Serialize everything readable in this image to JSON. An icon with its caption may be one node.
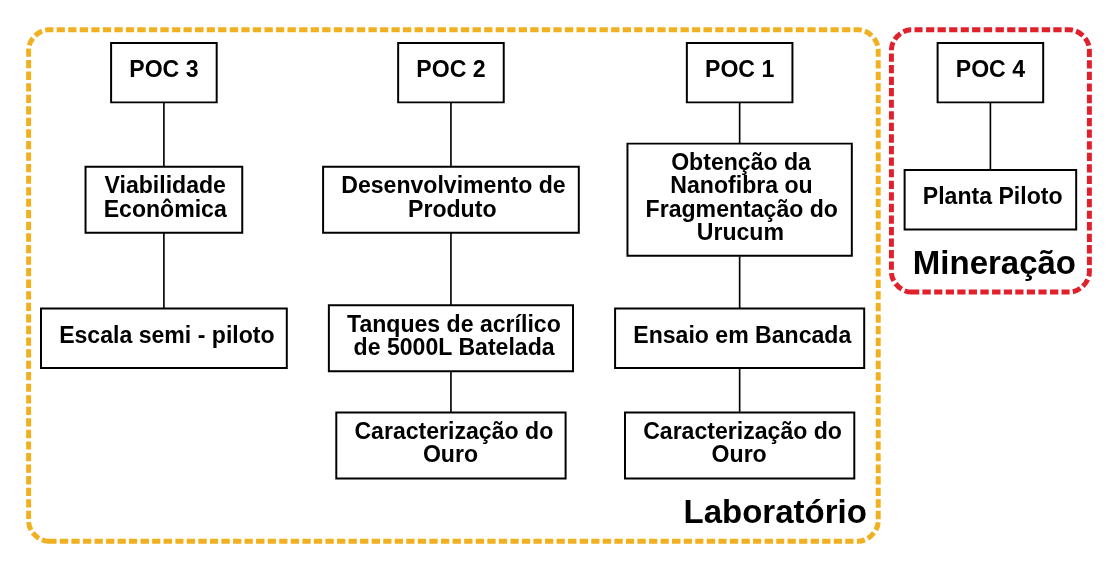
{
  "diagram": {
    "nodes": [
      {
        "text": [
          "Laboratório"
        ]
      },
      {
        "text": [
          "POC 1"
        ],
        "in": 0
      },
      {
        "text": [
          "Obtenção da Nanofibra ou Fragmentação do Urucum"
        ],
        "in": 0
      },
      {
        "text": [
          "Ensaio em Bancada"
        ],
        "in": 0
      },
      {
        "text": [
          "Caracterização do Ouro"
        ],
        "in": 0
      },
      {
        "text": [
          "POC 2"
        ],
        "in": 0
      },
      {
        "text": [
          "Desenvolvimento de Produto"
        ],
        "in": 0
      },
      {
        "text": [
          "Tanques de acrílico de 5000L Batelada"
        ],
        "in": 0
      },
      {
        "text": [
          "Caracterização do Ouro"
        ],
        "in": 0
      },
      {
        "text": [
          "POC 3"
        ],
        "in": 0
      },
      {
        "text": [
          "Viabilidade Econômica"
        ],
        "in": 0
      },
      {
        "text": [
          "Escala semi - piloto"
        ],
        "in": 0
      },
      {
        "text": [
          "Mineração"
        ]
      },
      {
        "text": [
          "POC 4"
        ],
        "in": 12
      },
      {
        "text": [
          "Planta Piloto"
        ],
        "in": 12
      }
    ],
    "edges": [
      {
        "from": 1,
        "to": 2,
        "arrow": "none"
      },
      {
        "from": 2,
        "to": 3,
        "arrow": "none"
      },
      {
        "from": 3,
        "to": 4,
        "arrow": "none"
      },
      {
        "from": 5,
        "to": 6,
        "arrow": "none"
      },
      {
        "from": 6,
        "to": 7,
        "arrow": "none"
      },
      {
        "from": 7,
        "to": 8,
        "arrow": "none"
      },
      {
        "from": 9,
        "to": 10,
        "arrow": "none"
      },
      {
        "from": 10,
        "to": 11,
        "arrow": "none"
      },
      {
        "from": 13,
        "to": 14,
        "arrow": "none"
      }
    ]
  }
}
